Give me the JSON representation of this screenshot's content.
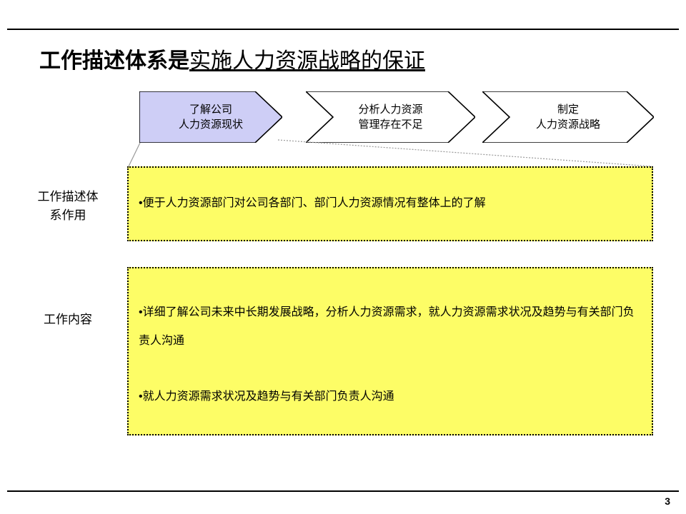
{
  "slide": {
    "title": {
      "bold_part": "工作描述体系是",
      "underlined_part": "实施人力资源战略的保证"
    },
    "page_number": "3",
    "colors": {
      "chevron_active_fill": "#CECEF6",
      "chevron_inactive_fill": "#FFFFFF",
      "chevron_stroke": "#000000",
      "panel_fill": "#FDFD66",
      "panel_border": "#000000",
      "connector": "#808080"
    }
  },
  "process": {
    "steps": [
      {
        "id": "step-1",
        "line1": "了解公司",
        "line2": "人力资源现状",
        "state": "active"
      },
      {
        "id": "step-2",
        "line1": "分析人力资源",
        "line2": "管理存在不足",
        "state": "inactive"
      },
      {
        "id": "step-3",
        "line1": "制定",
        "line2": "人力资源战略",
        "state": "inactive"
      }
    ]
  },
  "rows": [
    {
      "id": "row-role",
      "label_line1": "工作描述体",
      "label_line2": "系作用",
      "bullets": [
        "便于人力资源部门对公司各部门、部门人力资源情况有整体上的了解"
      ]
    },
    {
      "id": "row-content",
      "label_line1": "工作内容",
      "label_line2": "",
      "bullets": [
        "详细了解公司未来中长期发展战略，分析人力资源需求，就人力资源需求状况及趋势与有关部门负责人沟通",
        "就人力资源需求状况及趋势与有关部门负责人沟通"
      ]
    }
  ],
  "bullet_marker": "•"
}
